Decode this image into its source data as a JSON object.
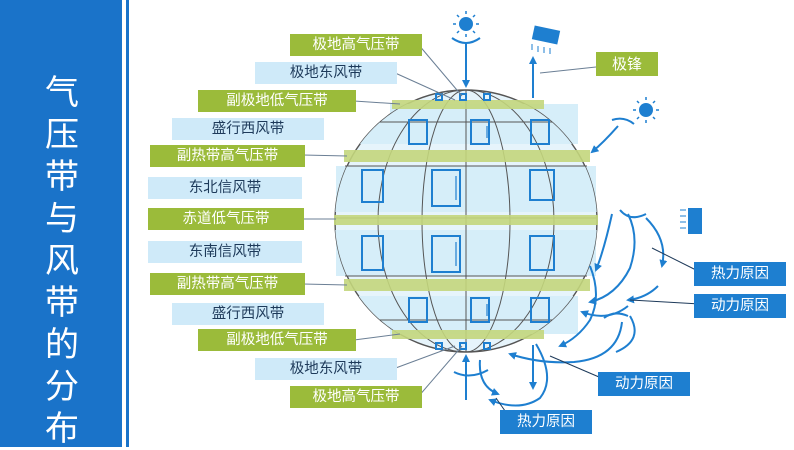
{
  "title": "气压带与风带的分布",
  "left_labels": [
    {
      "text": "极地高气压带",
      "kind": "pressure"
    },
    {
      "text": "极地东风带",
      "kind": "wind"
    },
    {
      "text": "副极地低气压带",
      "kind": "pressure"
    },
    {
      "text": "盛行西风带",
      "kind": "wind"
    },
    {
      "text": "副热带高气压带",
      "kind": "pressure"
    },
    {
      "text": "东北信风带",
      "kind": "wind"
    },
    {
      "text": "赤道低气压带",
      "kind": "pressure"
    },
    {
      "text": "东南信风带",
      "kind": "wind"
    },
    {
      "text": "副热带高气压带",
      "kind": "pressure"
    },
    {
      "text": "盛行西风带",
      "kind": "wind"
    },
    {
      "text": "副极地低气压带",
      "kind": "pressure"
    },
    {
      "text": "极地东风带",
      "kind": "wind"
    },
    {
      "text": "极地高气压带",
      "kind": "pressure"
    }
  ],
  "front_label": "极锋",
  "cause_labels": [
    "热力原因",
    "动力原因",
    "动力原因",
    "热力原因"
  ],
  "colors": {
    "sidebar": "#1a73c9",
    "pressure_label": "#9bbb3a",
    "wind_label": "#cfeaf9",
    "cause_label": "#1e7fd0",
    "arrow": "#1e7fd0",
    "sun": "#1e7fd0"
  },
  "icons": [
    "sun-icon",
    "cold-air-icon",
    "sun-icon",
    "cold-air-icon"
  ]
}
